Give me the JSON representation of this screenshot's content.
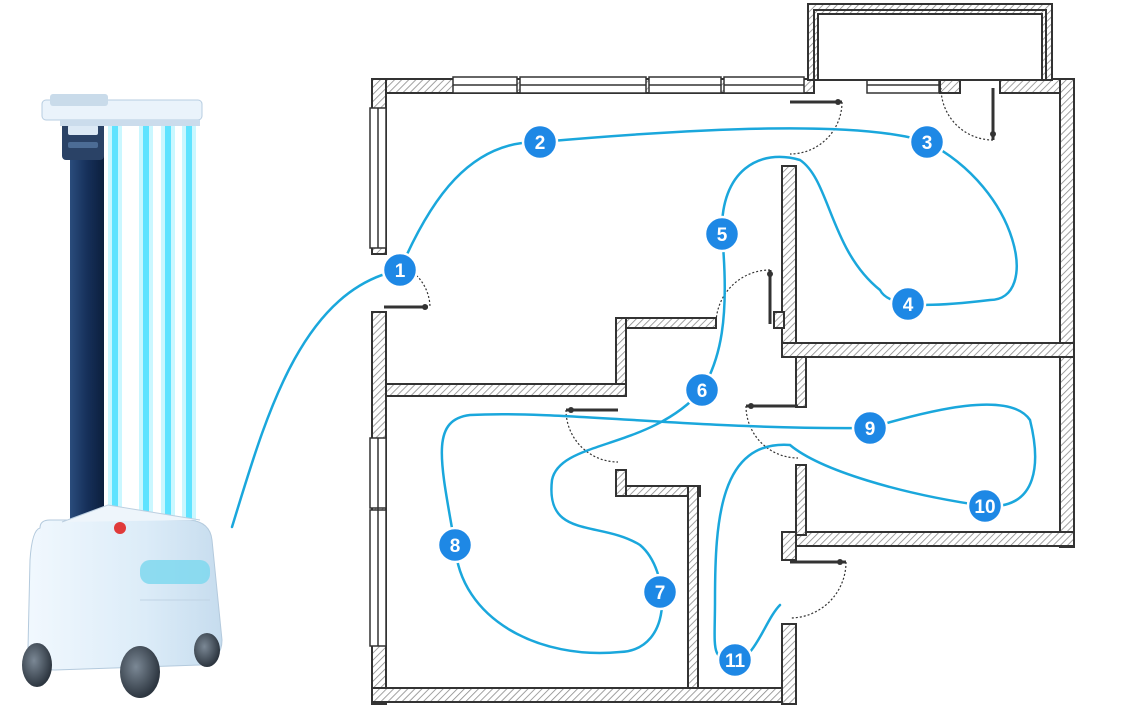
{
  "colors": {
    "path": "#1aa7dc",
    "marker": "#1e88e5",
    "marker_text": "#ffffff",
    "wall": "#333333",
    "wall_hatch": "#9a9a9a",
    "uv_light": "#66e0ff",
    "robot_body": "#e3f1fb",
    "robot_column": "#18325a"
  },
  "robot": {
    "icon": "uv-disinfection-robot-icon"
  },
  "route": {
    "waypoints": [
      {
        "label": "1"
      },
      {
        "label": "2"
      },
      {
        "label": "3"
      },
      {
        "label": "4"
      },
      {
        "label": "5"
      },
      {
        "label": "6"
      },
      {
        "label": "7"
      },
      {
        "label": "8"
      },
      {
        "label": "9"
      },
      {
        "label": "10"
      },
      {
        "label": "11"
      }
    ]
  }
}
